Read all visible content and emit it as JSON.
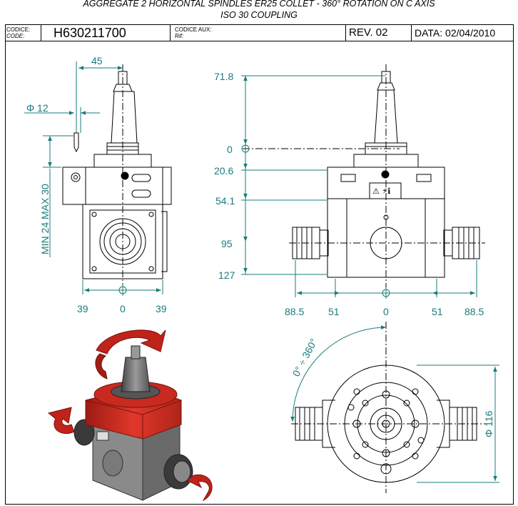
{
  "title": {
    "line1": "AGGREGATE 2 HORIZONTAL SPINDLES ER25 COLLET - 360° ROTATION ON C AXIS",
    "line2": "ISO 30 COUPLING"
  },
  "header": {
    "codice_label": "CODICE:",
    "code_label": "CODE:",
    "code_value": "H630211700",
    "codice_aux_label": "CODICE AUX:",
    "rif_label": "Rif:",
    "rev": "REV. 02",
    "date": "DATA: 02/04/2010"
  },
  "left_view": {
    "dim_top": "45",
    "dim_diameter": "Φ 12",
    "dim_vertical": "MIN 24 MAX 30",
    "bottom_left": "39",
    "bottom_center": "0",
    "bottom_right": "39"
  },
  "right_view": {
    "v_labels": [
      "71.8",
      "0",
      "20.6",
      "54.1",
      "95",
      "127"
    ],
    "h_labels": [
      "88.5",
      "51",
      "0",
      "51",
      "88.5"
    ]
  },
  "bottom_view": {
    "rotation_label": "0° ÷ 360°",
    "diameter_label": "Φ 116"
  },
  "colors": {
    "dimension": "#1a7b7b",
    "body_red": "#d42a1f",
    "line": "#000000"
  }
}
